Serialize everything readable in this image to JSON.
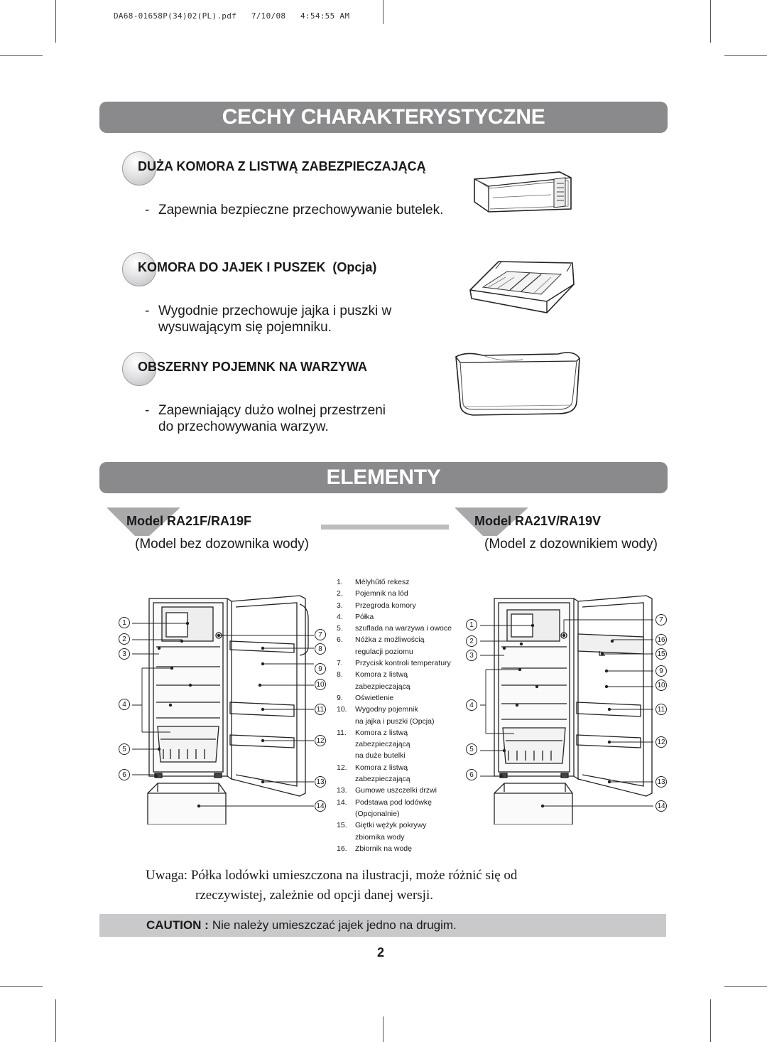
{
  "pdf_header": "DA68-01658P(34)02(PL).pdf   7/10/08   4:54:55 AM",
  "sections": {
    "features_title": "CECHY CHARAKTERYSTYCZNE",
    "elements_title": "ELEMENTY"
  },
  "features": [
    {
      "title": "DUŻA KOMORA Z LISTWĄ ZABEZPIECZAJĄCĄ",
      "option": "",
      "dash": "-",
      "desc": "Zapewnia bezpieczne przechowywanie butelek.",
      "image_icon": "door-bottle-guard-icon"
    },
    {
      "title": "KOMORA DO JAJEK I PUSZEK",
      "option": "(Opcja)",
      "dash": "-",
      "desc": "Wygodnie przechowuje jajka i puszki w\nwysuwającym się pojemniku.",
      "image_icon": "egg-can-tray-icon"
    },
    {
      "title": "OBSZERNY POJEMNK NA WARZYWA",
      "option": "",
      "dash": "-",
      "desc": "Zapewniający dużo wolnej przestrzeni\ndo przechowywania warzyw.",
      "image_icon": "vegetable-crisper-icon"
    }
  ],
  "models": {
    "left": {
      "name": "Model RA21F/RA19F",
      "sub": "(Model bez dozownika wody)"
    },
    "right": {
      "name": "Model RA21V/RA19V",
      "sub": "(Model z dozownikiem wody)"
    }
  },
  "callouts": {
    "left_side": [
      "1",
      "2",
      "3",
      "4",
      "5",
      "6"
    ],
    "left_door": [
      "7",
      "8",
      "9",
      "10",
      "11",
      "12",
      "13",
      "14"
    ],
    "right_side": [
      "1",
      "2",
      "3",
      "4",
      "5",
      "6"
    ],
    "right_door": [
      "7",
      "16",
      "15",
      "9",
      "10",
      "11",
      "12",
      "13",
      "14"
    ]
  },
  "parts": [
    {
      "num": "1.",
      "label": "Mélyhűtő rekesz"
    },
    {
      "num": "2.",
      "label": "Pojemnik na lód"
    },
    {
      "num": "3.",
      "label": "Przegroda komory"
    },
    {
      "num": "4.",
      "label": "Półka"
    },
    {
      "num": "5.",
      "label": "szuflada  na warzywa i owoce"
    },
    {
      "num": "6.",
      "label": "Nóżka z  możliwością\nregulacji poziomu"
    },
    {
      "num": "7.",
      "label": "Przycisk kontroli temperatury"
    },
    {
      "num": "8.",
      "label": "Komora z listwą\nzabezpieczającą"
    },
    {
      "num": "9.",
      "label": "Oświetlenie"
    },
    {
      "num": "10.",
      "label": "Wygodny pojemnik\nna jajka i puszki (Opcja)"
    },
    {
      "num": "11.",
      "label": "Komora z listwą\nzabezpieczającą\nna duże butelki"
    },
    {
      "num": "12.",
      "label": "Komora z listwą\nzabezpieczającą"
    },
    {
      "num": "13.",
      "label": "Gumowe uszczelki drzwi"
    },
    {
      "num": "14.",
      "label": "Podstawa pod lodówkę\n(Opcjonalnie)"
    },
    {
      "num": "15.",
      "label": "Giętki wężyk pokrywy\nzbiornika wody"
    },
    {
      "num": "16.",
      "label": "Zbiornik na wodę"
    }
  ],
  "note": {
    "line1": "Uwaga: Półka lodówki umieszczona na  ilustracji, może różnić się od",
    "line2": "rzeczywistej, zależnie od opcji danej  wersji."
  },
  "caution": {
    "key": "CAUTION :",
    "text": "Nie należy umieszczać jajek jedno na drugim."
  },
  "page_number": "2"
}
